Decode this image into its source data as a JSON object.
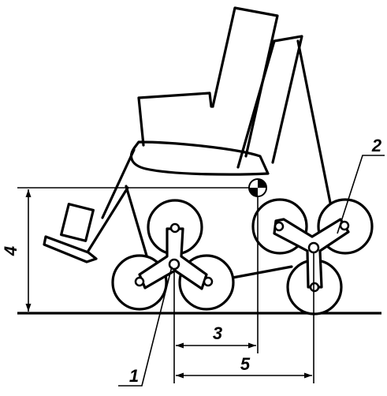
{
  "diagram": {
    "labels": {
      "l1": "1",
      "l2": "2",
      "l3": "3",
      "l4": "4",
      "l5": "5"
    }
  }
}
